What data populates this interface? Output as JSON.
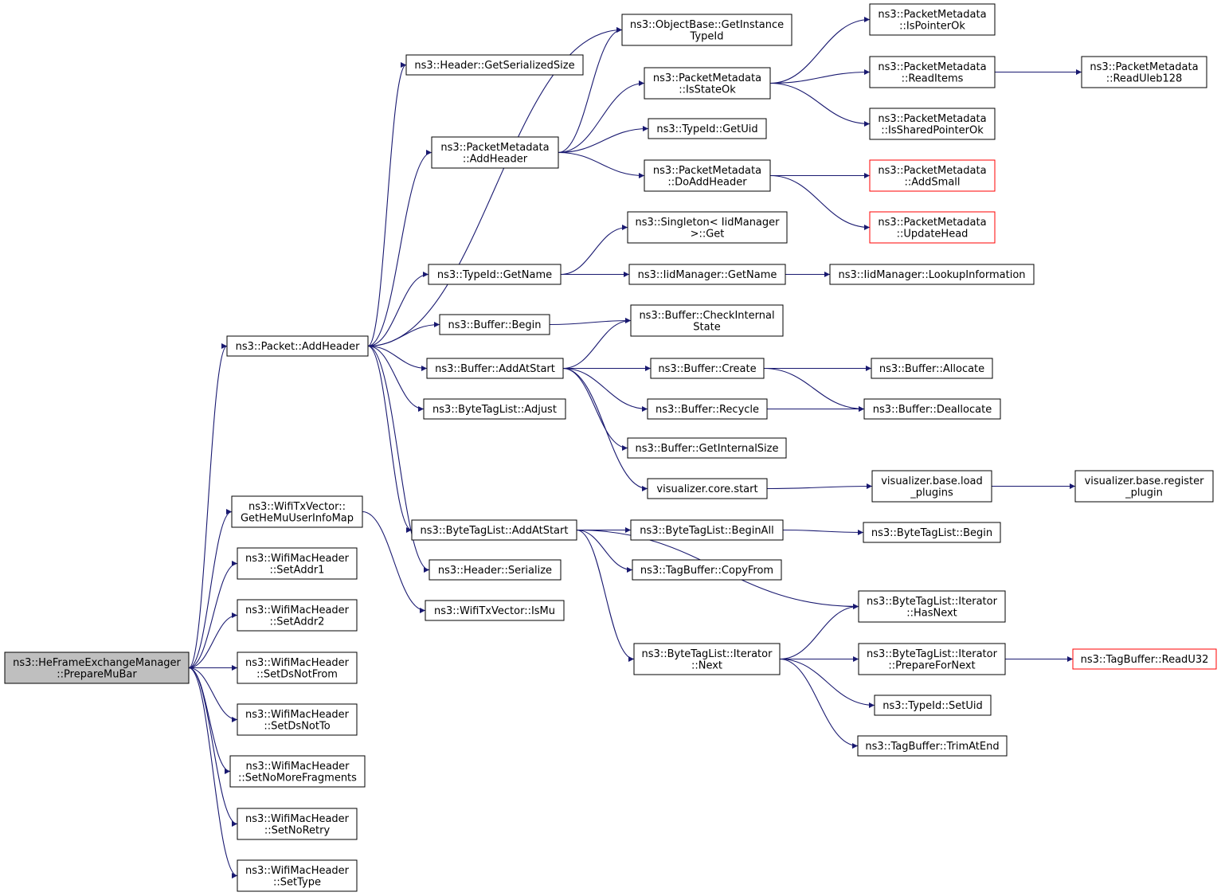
{
  "colors": {
    "edge": "#191970",
    "node_border": "#000000",
    "node_border_truncated": "#ff0000",
    "root_fill": "#bfbfbf",
    "node_fill": "#ffffff"
  },
  "nodes": {
    "n0": {
      "lines": [
        "ns3::HeFrameExchangeManager",
        "::PrepareMuBar"
      ],
      "root": true
    },
    "n1": {
      "lines": [
        "ns3::Packet::AddHeader"
      ]
    },
    "n2": {
      "lines": [
        "ns3::WifiTxVector::",
        "GetHeMuUserInfoMap"
      ]
    },
    "n3": {
      "lines": [
        "ns3::WifiMacHeader",
        "::SetAddr1"
      ]
    },
    "n4": {
      "lines": [
        "ns3::WifiMacHeader",
        "::SetAddr2"
      ]
    },
    "n5": {
      "lines": [
        "ns3::WifiMacHeader",
        "::SetDsNotFrom"
      ]
    },
    "n6": {
      "lines": [
        "ns3::WifiMacHeader",
        "::SetDsNotTo"
      ]
    },
    "n7": {
      "lines": [
        "ns3::WifiMacHeader",
        "::SetNoMoreFragments"
      ]
    },
    "n8": {
      "lines": [
        "ns3::WifiMacHeader",
        "::SetNoRetry"
      ]
    },
    "n9": {
      "lines": [
        "ns3::WifiMacHeader",
        "::SetType"
      ]
    },
    "n10": {
      "lines": [
        "ns3::Header::GetSerializedSize"
      ]
    },
    "n11": {
      "lines": [
        "ns3::PacketMetadata",
        "::AddHeader"
      ]
    },
    "n12": {
      "lines": [
        "ns3::TypeId::GetName"
      ]
    },
    "n13": {
      "lines": [
        "ns3::Buffer::Begin"
      ]
    },
    "n14": {
      "lines": [
        "ns3::Buffer::AddAtStart"
      ]
    },
    "n15": {
      "lines": [
        "ns3::ByteTagList::Adjust"
      ]
    },
    "n16": {
      "lines": [
        "ns3::ByteTagList::AddAtStart"
      ]
    },
    "n17": {
      "lines": [
        "ns3::Header::Serialize"
      ]
    },
    "n18": {
      "lines": [
        "ns3::WifiTxVector::IsMu"
      ]
    },
    "n19": {
      "lines": [
        "ns3::ObjectBase::GetInstance",
        "TypeId"
      ]
    },
    "n20": {
      "lines": [
        "ns3::PacketMetadata",
        "::IsStateOk"
      ]
    },
    "n21": {
      "lines": [
        "ns3::TypeId::GetUid"
      ]
    },
    "n22": {
      "lines": [
        "ns3::PacketMetadata",
        "::DoAddHeader"
      ]
    },
    "n23": {
      "lines": [
        "ns3::Singleton< IidManager",
        ">::Get"
      ]
    },
    "n24": {
      "lines": [
        "ns3::IidManager::GetName"
      ]
    },
    "n25": {
      "lines": [
        "ns3::Buffer::CheckInternal",
        "State"
      ]
    },
    "n26": {
      "lines": [
        "ns3::Buffer::Create"
      ]
    },
    "n27": {
      "lines": [
        "ns3::Buffer::Recycle"
      ]
    },
    "n28": {
      "lines": [
        "ns3::Buffer::GetInternalSize"
      ]
    },
    "n29": {
      "lines": [
        "visualizer.core.start"
      ]
    },
    "n30": {
      "lines": [
        "ns3::ByteTagList::BeginAll"
      ]
    },
    "n31": {
      "lines": [
        "ns3::TagBuffer::CopyFrom"
      ]
    },
    "n32": {
      "lines": [
        "ns3::ByteTagList::Iterator",
        "::Next"
      ]
    },
    "n33": {
      "lines": [
        "ns3::PacketMetadata",
        "::IsPointerOk"
      ]
    },
    "n34": {
      "lines": [
        "ns3::PacketMetadata",
        "::ReadItems"
      ]
    },
    "n35": {
      "lines": [
        "ns3::PacketMetadata",
        "::IsSharedPointerOk"
      ]
    },
    "n36": {
      "lines": [
        "ns3::PacketMetadata",
        "::AddSmall"
      ],
      "truncated": true
    },
    "n37": {
      "lines": [
        "ns3::PacketMetadata",
        "::UpdateHead"
      ],
      "truncated": true
    },
    "n38": {
      "lines": [
        "ns3::IidManager::LookupInformation"
      ]
    },
    "n39": {
      "lines": [
        "ns3::Buffer::Allocate"
      ]
    },
    "n40": {
      "lines": [
        "ns3::Buffer::Deallocate"
      ]
    },
    "n41": {
      "lines": [
        "visualizer.base.load",
        "_plugins"
      ]
    },
    "n42": {
      "lines": [
        "ns3::ByteTagList::Begin"
      ]
    },
    "n43": {
      "lines": [
        "ns3::ByteTagList::Iterator",
        "::HasNext"
      ]
    },
    "n44": {
      "lines": [
        "ns3::ByteTagList::Iterator",
        "::PrepareForNext"
      ]
    },
    "n45": {
      "lines": [
        "ns3::TypeId::SetUid"
      ]
    },
    "n46": {
      "lines": [
        "ns3::TagBuffer::TrimAtEnd"
      ]
    },
    "n47": {
      "lines": [
        "ns3::PacketMetadata",
        "::ReadUleb128"
      ]
    },
    "n48": {
      "lines": [
        "visualizer.base.register",
        "_plugin"
      ]
    },
    "n49": {
      "lines": [
        "ns3::TagBuffer::ReadU32"
      ],
      "truncated": true
    }
  },
  "edges": [
    [
      "n0",
      "n1"
    ],
    [
      "n0",
      "n2"
    ],
    [
      "n0",
      "n3"
    ],
    [
      "n0",
      "n4"
    ],
    [
      "n0",
      "n5"
    ],
    [
      "n0",
      "n6"
    ],
    [
      "n0",
      "n7"
    ],
    [
      "n0",
      "n8"
    ],
    [
      "n0",
      "n9"
    ],
    [
      "n1",
      "n10"
    ],
    [
      "n1",
      "n19"
    ],
    [
      "n1",
      "n11"
    ],
    [
      "n1",
      "n12"
    ],
    [
      "n1",
      "n13"
    ],
    [
      "n1",
      "n14"
    ],
    [
      "n1",
      "n15"
    ],
    [
      "n1",
      "n16"
    ],
    [
      "n1",
      "n17"
    ],
    [
      "n2",
      "n18"
    ],
    [
      "n11",
      "n19"
    ],
    [
      "n11",
      "n20"
    ],
    [
      "n11",
      "n21"
    ],
    [
      "n11",
      "n22"
    ],
    [
      "n20",
      "n33"
    ],
    [
      "n20",
      "n34"
    ],
    [
      "n20",
      "n35"
    ],
    [
      "n34",
      "n47"
    ],
    [
      "n22",
      "n36"
    ],
    [
      "n22",
      "n37"
    ],
    [
      "n12",
      "n23"
    ],
    [
      "n12",
      "n24"
    ],
    [
      "n24",
      "n38"
    ],
    [
      "n13",
      "n25"
    ],
    [
      "n14",
      "n25"
    ],
    [
      "n14",
      "n26"
    ],
    [
      "n14",
      "n27"
    ],
    [
      "n14",
      "n28"
    ],
    [
      "n14",
      "n29"
    ],
    [
      "n26",
      "n39"
    ],
    [
      "n26",
      "n40"
    ],
    [
      "n27",
      "n40"
    ],
    [
      "n29",
      "n41"
    ],
    [
      "n41",
      "n48"
    ],
    [
      "n16",
      "n30"
    ],
    [
      "n16",
      "n31"
    ],
    [
      "n16",
      "n43"
    ],
    [
      "n16",
      "n32"
    ],
    [
      "n30",
      "n42"
    ],
    [
      "n32",
      "n43"
    ],
    [
      "n32",
      "n44"
    ],
    [
      "n32",
      "n45"
    ],
    [
      "n32",
      "n46"
    ],
    [
      "n44",
      "n49"
    ]
  ]
}
